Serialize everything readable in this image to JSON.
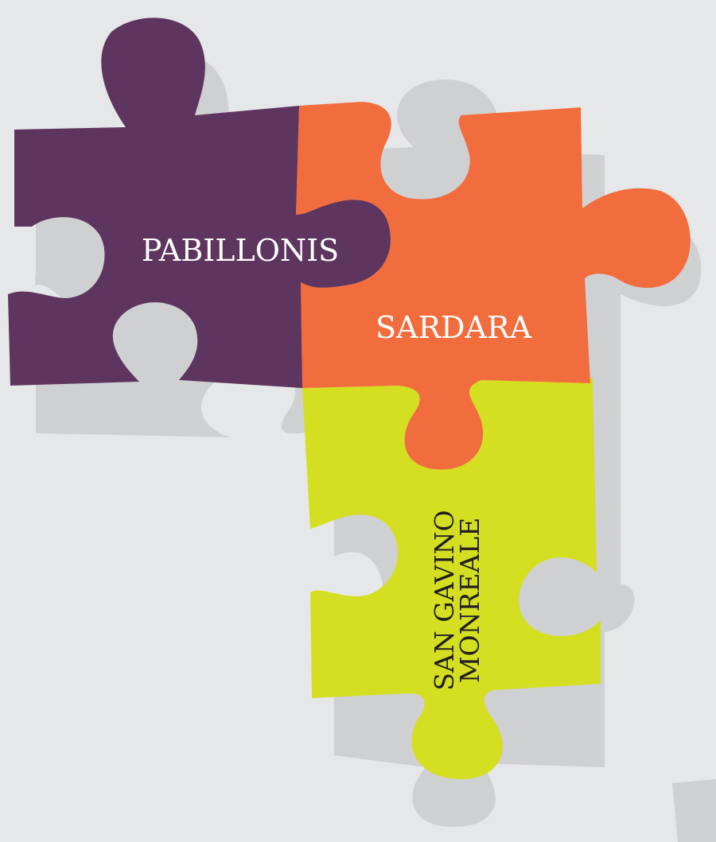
{
  "colors": {
    "background": "#e6e7e8",
    "shadow": "#cfd0d2",
    "piece_purple": "#5e355e",
    "piece_orange": "#f26d3d",
    "piece_lime": "#d4df22",
    "text_light": "#ffffff",
    "text_dark": "#231f20"
  },
  "pieces": {
    "purple": {
      "label": "PABILLONIS"
    },
    "orange": {
      "label": "SARDARA"
    },
    "lime": {
      "label_line1": "SAN GAVINO",
      "label_line2": "MONREALE"
    }
  }
}
